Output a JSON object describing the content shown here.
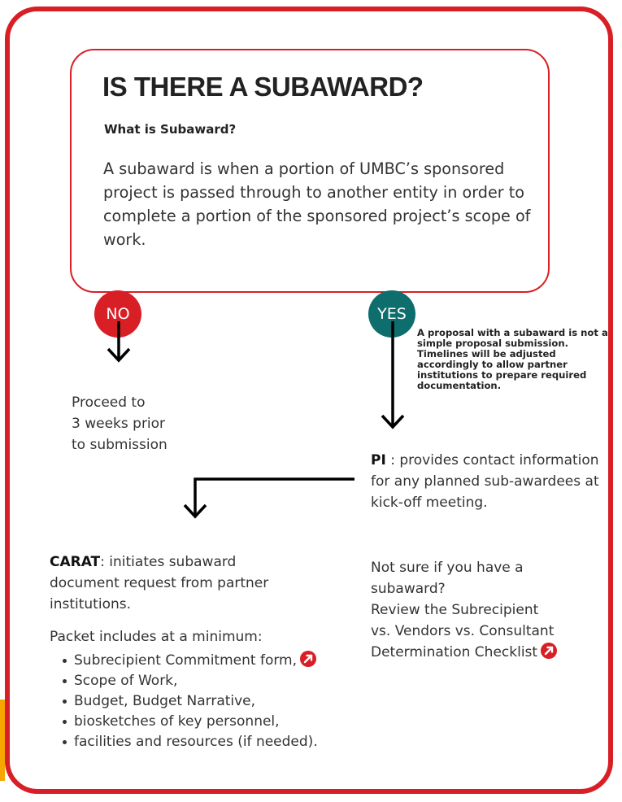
{
  "title": "IS THERE A SUBAWARD?",
  "subtitle": "What is Subaward?",
  "definition": "A subaward is when a portion of UMBC’s sponsored project is passed through to another entity in order to complete a portion of the sponsored project’s scope of work.",
  "no_branch": {
    "label": "NO",
    "line1": "Proceed to",
    "line2": "3 weeks prior",
    "line3": "to submission"
  },
  "yes_branch": {
    "label": "YES",
    "note": "A proposal with a subaward is not a simple proposal submission.  Timelines will be adjusted accordingly to allow partner institutions to prepare required documentation.",
    "pi_label": "PI",
    "pi_text": " : provides contact information for any planned sub-awardees at kick-off meeting.",
    "unsure_line1": "Not sure if you have a",
    "unsure_line2": "subaward?",
    "unsure_line3": "Review the Subrecipient",
    "unsure_line4": "vs. Vendors vs. Consultant",
    "unsure_line5": "Determination Checklist"
  },
  "carat": {
    "label": "CARAT",
    "text": ": initiates subaward document request from partner institutions."
  },
  "packet": {
    "intro": "Packet includes at a minimum:",
    "items": [
      "Subrecipient Commitment form,",
      "Scope of Work,",
      "Budget, Budget Narrative,",
      "biosketches of key personnel,",
      "facilities and resources (if needed)."
    ]
  },
  "colors": {
    "frame": "#d91f26",
    "no_circle": "#d91f26",
    "yes_circle": "#0e6d6d",
    "side_strip": "#f7a600"
  },
  "icons": {
    "external_link": "arrow-up-right-circle-icon"
  }
}
